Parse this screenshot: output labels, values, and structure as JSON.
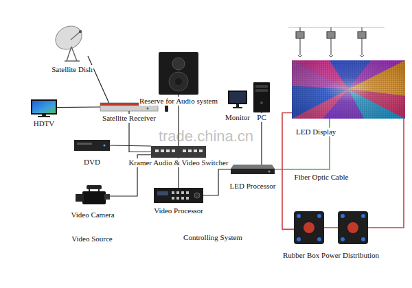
{
  "diagram": {
    "nodes": [
      {
        "text": [
          "Satellite Dish"
        ]
      },
      {
        "text": [
          "HDTV"
        ]
      },
      {
        "text": [
          "Satellite Receiver"
        ]
      },
      {
        "text": [
          "Reserve for Audio system"
        ]
      },
      {
        "text": [
          "Monitor"
        ]
      },
      {
        "text": [
          "PC"
        ]
      },
      {
        "text": [
          "LED Display"
        ]
      },
      {
        "text": [
          "DVD"
        ]
      },
      {
        "text": [
          "Kramer Audio & Video Switcher"
        ]
      },
      {
        "text": [
          "LED Processor"
        ]
      },
      {
        "text": [
          "Video Camera"
        ]
      },
      {
        "text": [
          "Video Processor"
        ]
      },
      {
        "text": [
          "Rubber Box Power Distribution"
        ]
      }
    ],
    "edges": [
      {
        "from": 0,
        "to": 2,
        "arrow": "none"
      },
      {
        "from": 1,
        "to": 2,
        "arrow": "none"
      },
      {
        "from": 2,
        "to": 8,
        "arrow": "none"
      },
      {
        "from": 7,
        "to": 8,
        "arrow": "none"
      },
      {
        "from": 10,
        "to": 8,
        "arrow": "none"
      },
      {
        "from": 3,
        "to": 8,
        "arrow": "none"
      },
      {
        "from": 8,
        "to": 11,
        "arrow": "none"
      },
      {
        "from": 11,
        "to": 9,
        "arrow": "none"
      },
      {
        "from": 5,
        "to": 9,
        "arrow": "none"
      },
      {
        "from": 9,
        "to": 6,
        "label": "Fiber Optic Cable",
        "arrow": "none"
      },
      {
        "from": 12,
        "to": 6,
        "arrow": "none"
      },
      {
        "from": 12,
        "to": 6,
        "arrow": "none"
      }
    ],
    "labels": [
      "trade.china.cn",
      "Video Source",
      "Controlling System"
    ]
  }
}
